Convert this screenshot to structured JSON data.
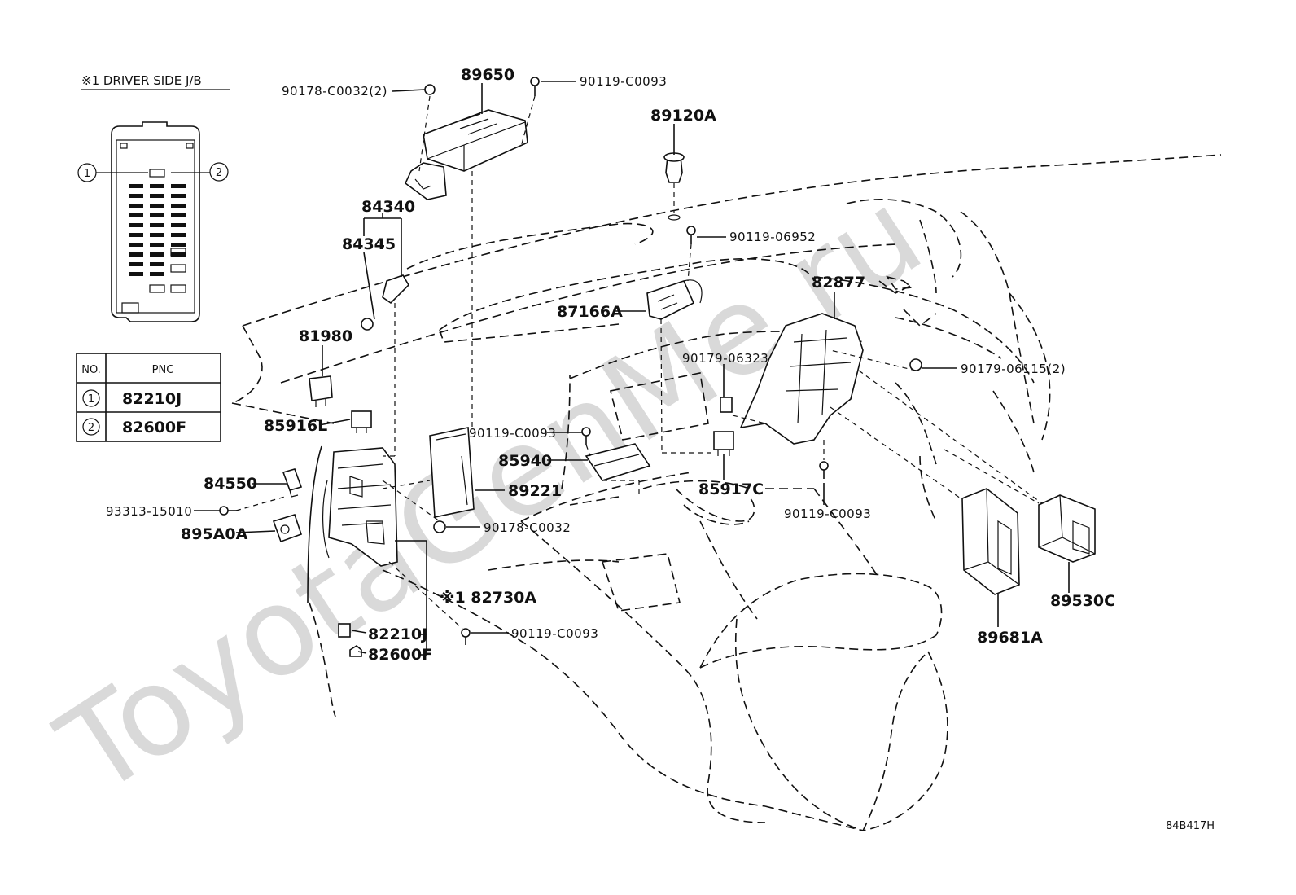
{
  "watermark": "ToyotaGenMe.ru",
  "inset": {
    "title": "※1 DRIVER SIDE J/B",
    "callout_1": "1",
    "callout_2": "2"
  },
  "pnc_table": {
    "headers": [
      "NO.",
      "PNC"
    ],
    "rows": [
      {
        "no": "1",
        "pnc": "82210J"
      },
      {
        "no": "2",
        "pnc": "82600F"
      }
    ]
  },
  "labels": {
    "p89650": "89650",
    "p90178_c0032_2": "90178-C0032(2)",
    "p90119_c0093_a": "90119-C0093",
    "p89120a": "89120A",
    "p90119_06952": "90119-06952",
    "p84340": "84340",
    "p84345": "84345",
    "p82877": "82877",
    "p87166a": "87166A",
    "p81980": "81980",
    "p90179_06323": "90179-06323",
    "p90179_06115_2": "90179-06115(2)",
    "p85916l": "85916L",
    "p90119_c0093_b": "90119-C0093",
    "p85940": "85940",
    "p84550": "84550",
    "p89221": "89221",
    "p85917c": "85917C",
    "p93313_15010": "93313-15010",
    "p90119_c0093_c": "90119-C0093",
    "p90178_c0032": "90178-C0032",
    "p895a0a": "895A0A",
    "p89530c": "89530C",
    "p82730a": "※1 82730A",
    "p89681a": "89681A",
    "p90119_c0093_d": "90119-C0093",
    "p82210j": "82210J",
    "p82600f": "82600F",
    "diagram_code": "84B417H"
  }
}
